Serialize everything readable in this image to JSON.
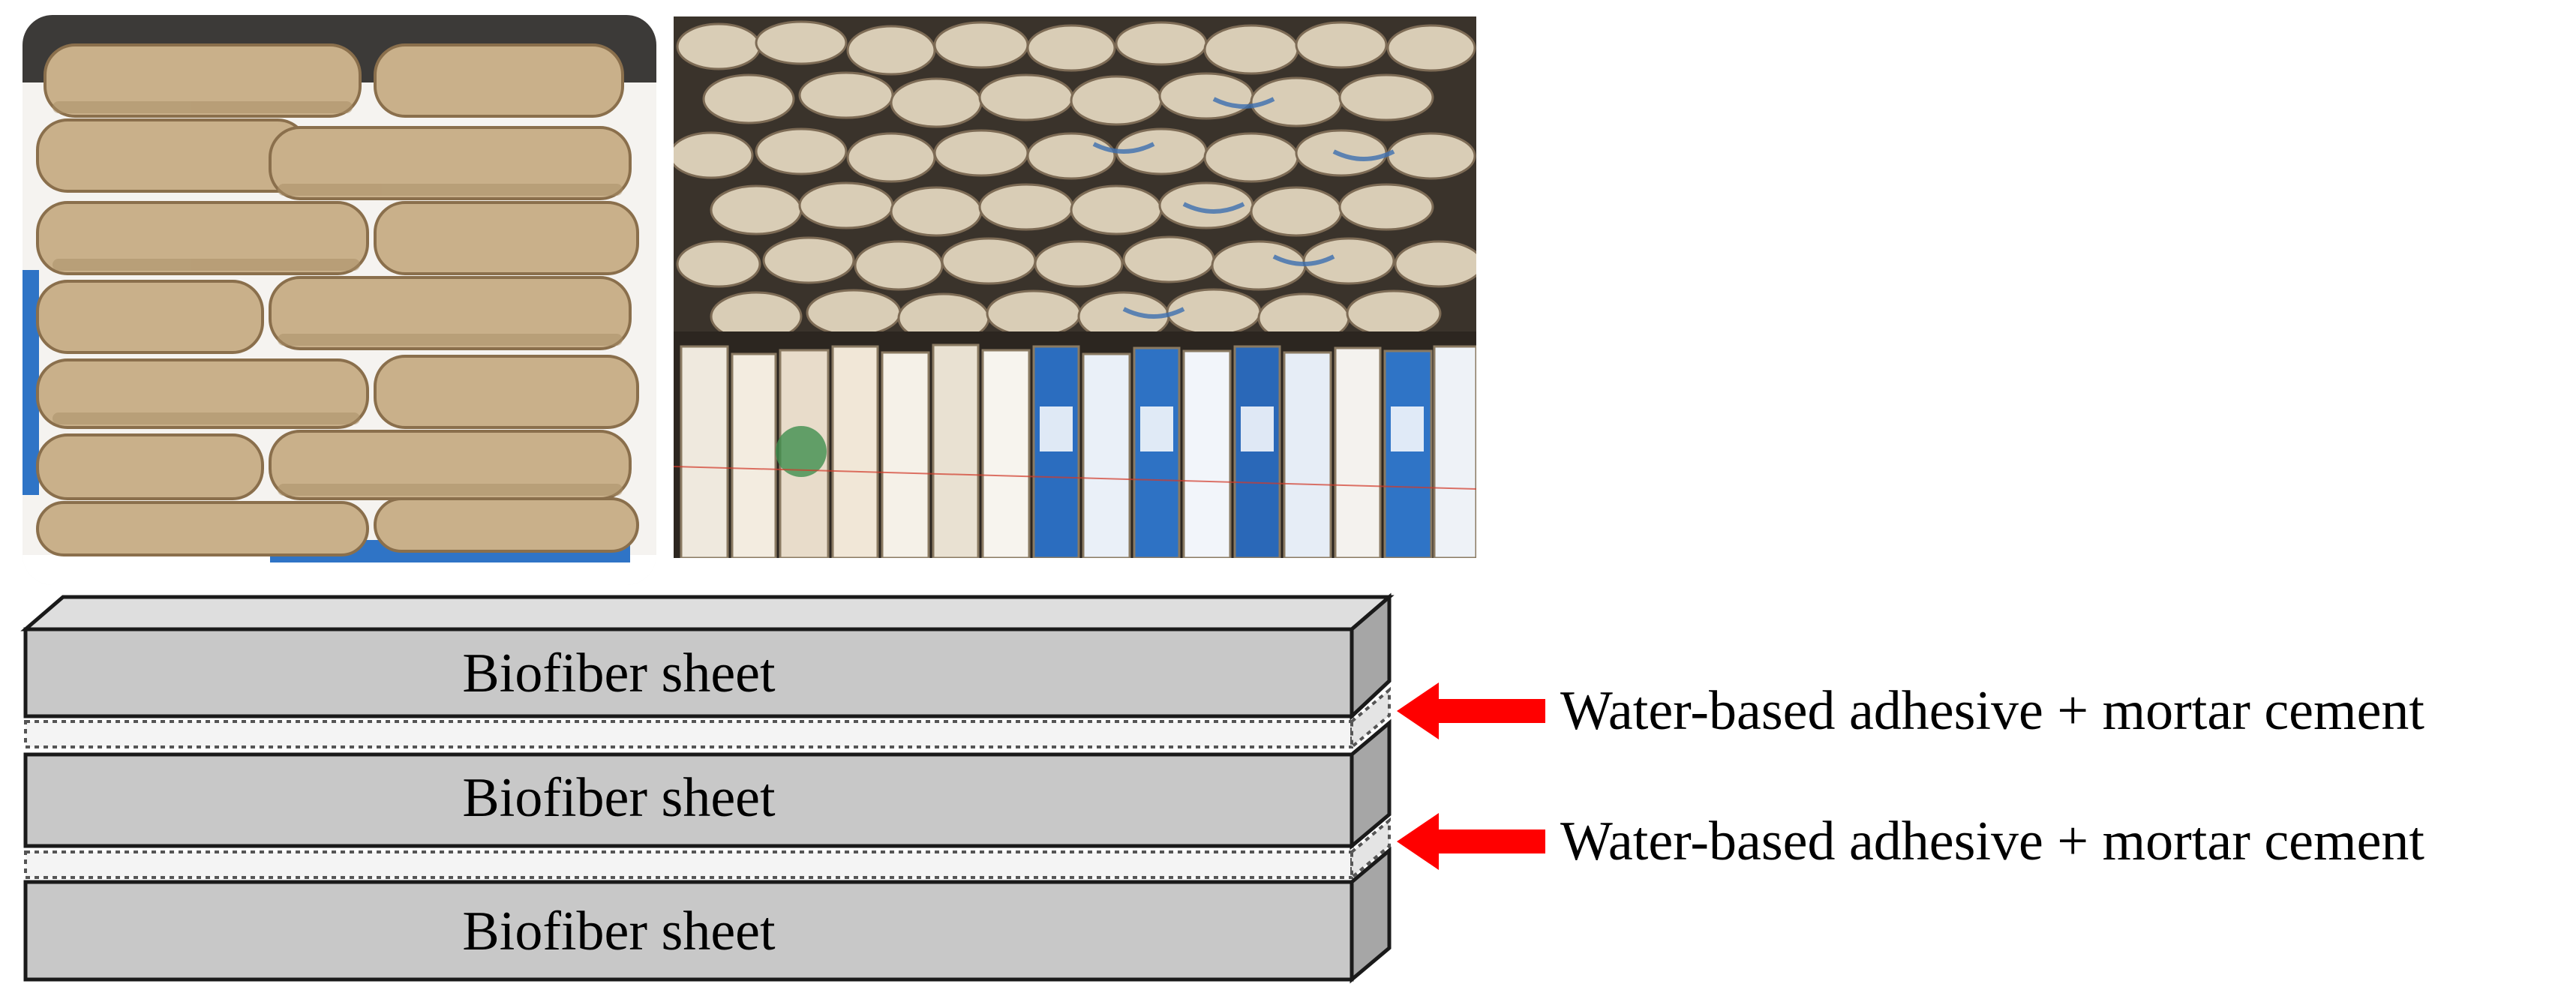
{
  "images": {
    "left": {
      "icon": "cement-bags-stacked-photo"
    },
    "right": {
      "icon": "used-cement-bags-piled-photo"
    }
  },
  "layers": [
    {
      "label": "Biofiber sheet"
    },
    {
      "label": "Biofiber sheet"
    },
    {
      "label": "Biofiber sheet"
    }
  ],
  "callouts": [
    {
      "label": "Water-based adhesive + mortar cement"
    },
    {
      "label": "Water-based adhesive + mortar cement"
    }
  ],
  "colors": {
    "sheet_face": "#c8c8c8",
    "sheet_top": "#dedede",
    "sheet_side": "#a6a6a6",
    "outline": "#1a1a1a",
    "arrow": "#ff0000"
  }
}
